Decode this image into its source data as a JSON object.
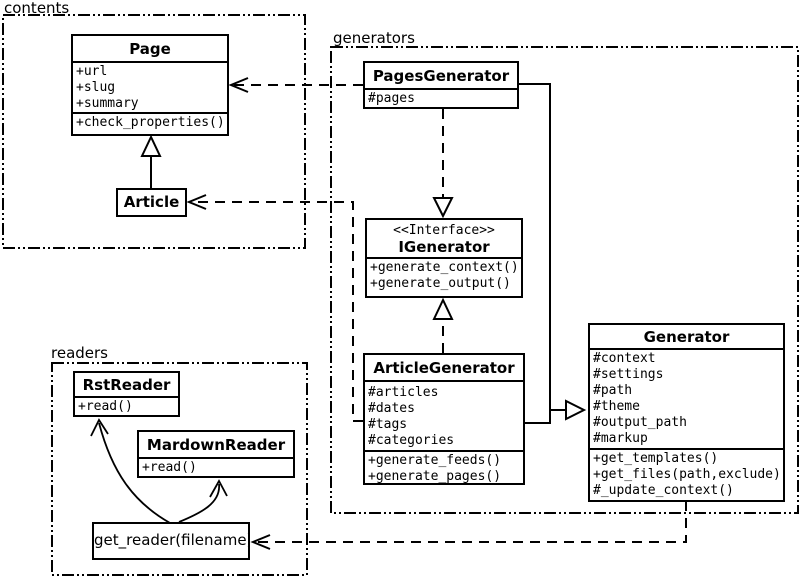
{
  "diagram": {
    "kind": "uml-class-diagram"
  },
  "colors": {
    "ink": "#000000",
    "paper": "#ffffff",
    "box_fill": "#ffffff"
  },
  "packages": {
    "contents": {
      "label": "contents"
    },
    "generators": {
      "label": "generators"
    },
    "readers": {
      "label": "readers"
    }
  },
  "classes": {
    "page": {
      "name": "Page",
      "attributes": [
        "+url",
        "+slug",
        "+summary"
      ],
      "methods": [
        "+check_properties()"
      ]
    },
    "article": {
      "name": "Article"
    },
    "pages_generator": {
      "name": "PagesGenerator",
      "attributes": [
        "#pages"
      ]
    },
    "igenerator": {
      "stereotype": "<<Interface>>",
      "name": "IGenerator",
      "methods": [
        "+generate_context()",
        "+generate_output()"
      ]
    },
    "article_generator": {
      "name": "ArticleGenerator",
      "attributes": [
        "#articles",
        "#dates",
        "#tags",
        "#categories"
      ],
      "methods": [
        "+generate_feeds()",
        "+generate_pages()"
      ]
    },
    "generator": {
      "name": "Generator",
      "attributes": [
        "#context",
        "#settings",
        "#path",
        "#theme",
        "#output_path",
        "#markup"
      ],
      "methods": [
        "+get_templates()",
        "+get_files(path,exclude)",
        "#_update_context()"
      ]
    },
    "rst_reader": {
      "name": "RstReader",
      "methods": [
        "+read()"
      ]
    },
    "markdown_reader": {
      "name": "MardownReader",
      "methods": [
        "+read()"
      ]
    },
    "get_reader": {
      "name": "get_reader(filename)"
    }
  },
  "relationships": {
    "article_extends_page": "generalization",
    "pages_generator_extends_generator": "generalization",
    "article_generator_extends_generator": "generalization",
    "pages_generator_implements_igenerator": "realization",
    "article_generator_implements_igenerator": "realization",
    "pages_generator_uses_page": "dependency",
    "article_generator_uses_article": "dependency",
    "generator_uses_get_reader": "dependency",
    "get_reader_points_to_rst_reader": "flow",
    "get_reader_points_to_markdown_reader": "flow"
  }
}
